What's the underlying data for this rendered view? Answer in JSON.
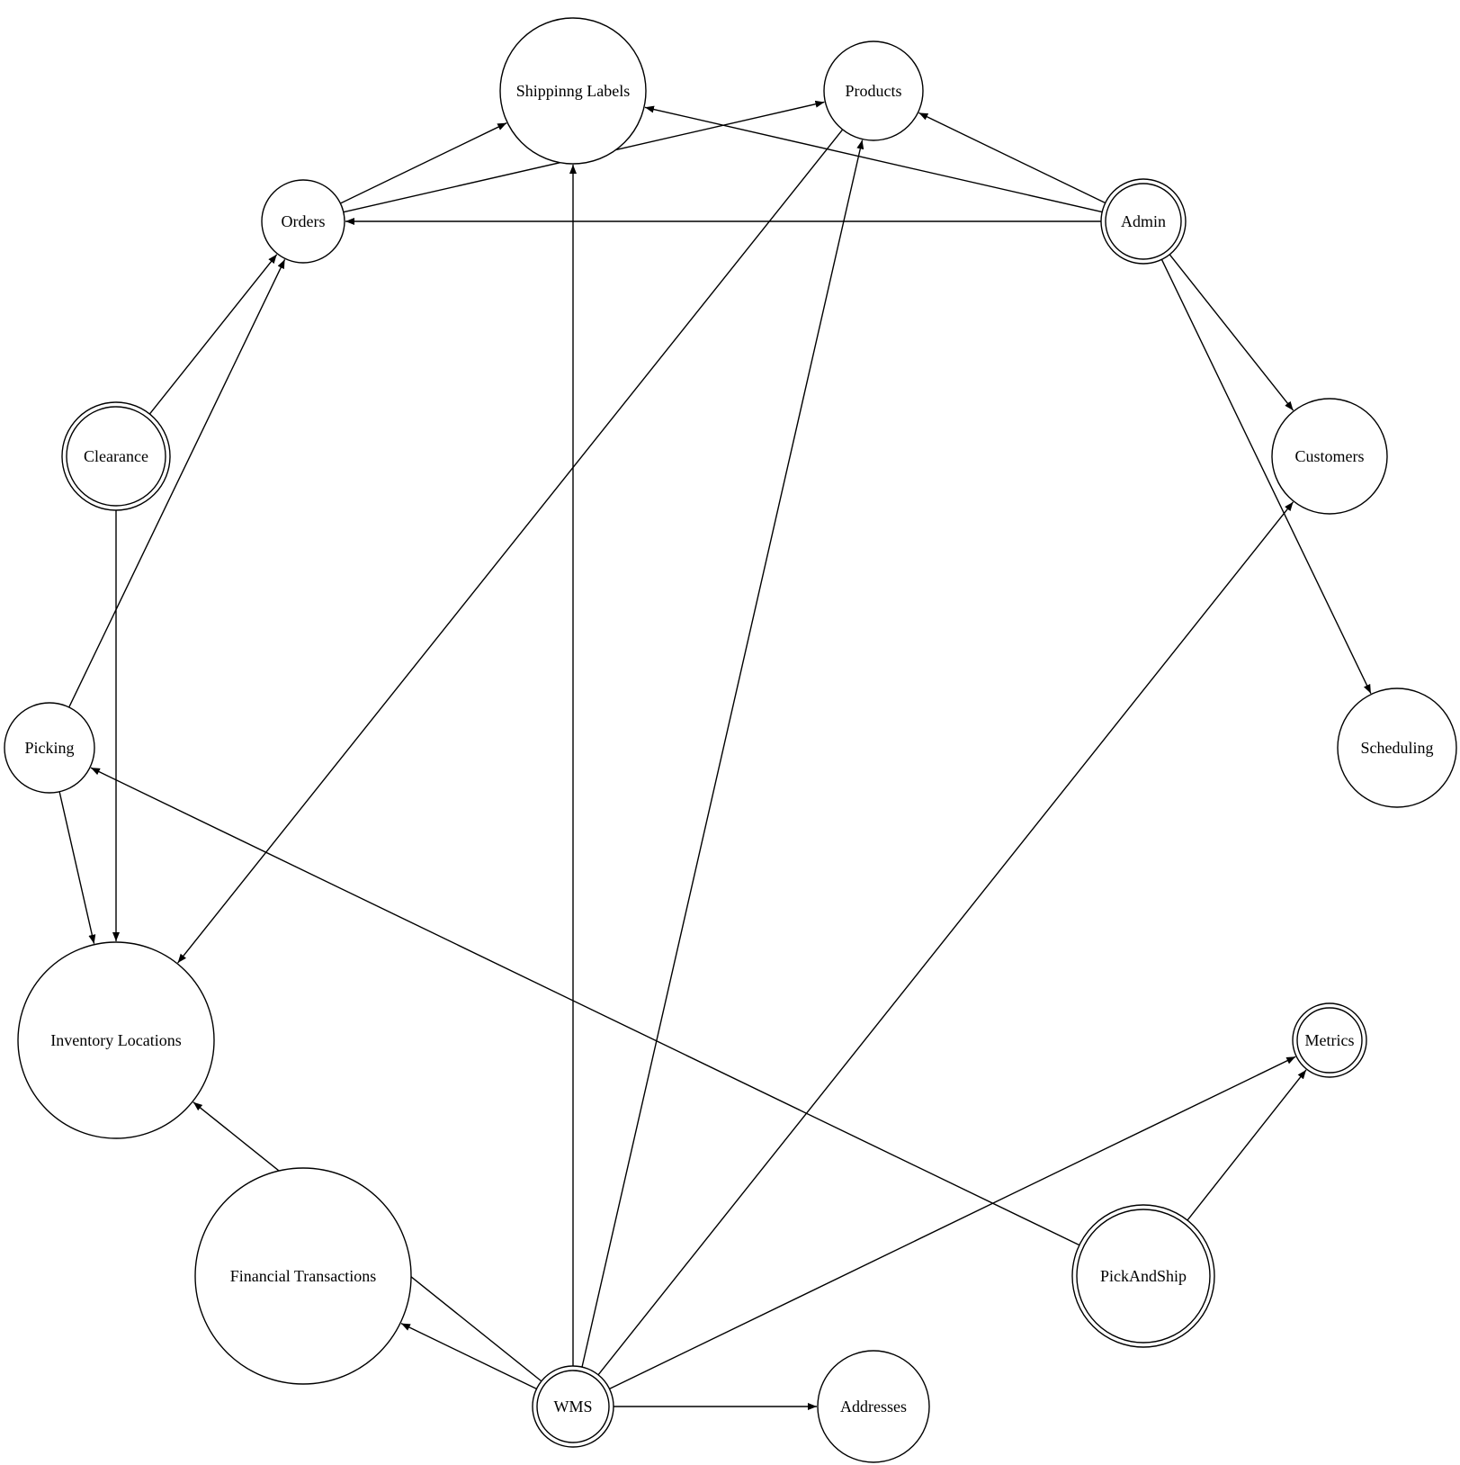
{
  "diagram": {
    "nodes": [
      {
        "id": "shipping_labels",
        "label": "Shippinng Labels",
        "peripheries": 1
      },
      {
        "id": "products",
        "label": "Products",
        "peripheries": 1
      },
      {
        "id": "orders",
        "label": "Orders",
        "peripheries": 1
      },
      {
        "id": "admin",
        "label": "Admin",
        "peripheries": 2
      },
      {
        "id": "clearance",
        "label": "Clearance",
        "peripheries": 2
      },
      {
        "id": "customers",
        "label": "Customers",
        "peripheries": 1
      },
      {
        "id": "picking",
        "label": "Picking",
        "peripheries": 1
      },
      {
        "id": "scheduling",
        "label": "Scheduling",
        "peripheries": 1
      },
      {
        "id": "inventory_locations",
        "label": "Inventory Locations",
        "peripheries": 1
      },
      {
        "id": "metrics",
        "label": "Metrics",
        "peripheries": 2
      },
      {
        "id": "financial_transactions",
        "label": "Financial Transactions",
        "peripheries": 1
      },
      {
        "id": "pickandship",
        "label": "PickAndShip",
        "peripheries": 2
      },
      {
        "id": "wms",
        "label": "WMS",
        "peripheries": 2
      },
      {
        "id": "addresses",
        "label": "Addresses",
        "peripheries": 1
      }
    ],
    "edges": [
      {
        "from": "orders",
        "to": "shipping_labels"
      },
      {
        "from": "orders",
        "to": "products"
      },
      {
        "from": "products",
        "to": "inventory_locations"
      },
      {
        "from": "admin",
        "to": "products"
      },
      {
        "from": "admin",
        "to": "shipping_labels"
      },
      {
        "from": "admin",
        "to": "orders"
      },
      {
        "from": "admin",
        "to": "customers"
      },
      {
        "from": "admin",
        "to": "scheduling"
      },
      {
        "from": "clearance",
        "to": "orders"
      },
      {
        "from": "clearance",
        "to": "inventory_locations"
      },
      {
        "from": "picking",
        "to": "orders"
      },
      {
        "from": "picking",
        "to": "inventory_locations"
      },
      {
        "from": "pickandship",
        "to": "picking"
      },
      {
        "from": "pickandship",
        "to": "metrics"
      },
      {
        "from": "wms",
        "to": "shipping_labels"
      },
      {
        "from": "wms",
        "to": "products"
      },
      {
        "from": "wms",
        "to": "customers"
      },
      {
        "from": "wms",
        "to": "metrics"
      },
      {
        "from": "wms",
        "to": "inventory_locations"
      },
      {
        "from": "wms",
        "to": "financial_transactions"
      },
      {
        "from": "wms",
        "to": "addresses"
      }
    ]
  }
}
